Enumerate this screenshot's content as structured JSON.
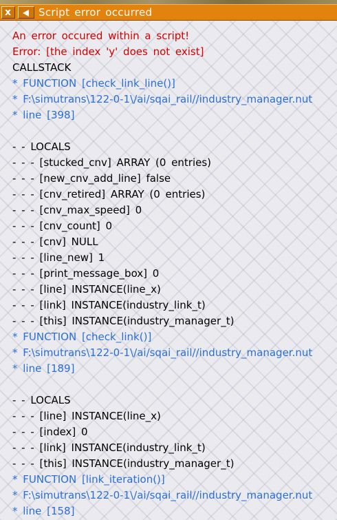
{
  "window": {
    "title": "Script error occurred",
    "close_glyph": "x",
    "close_icon": "close-icon",
    "collapse_icon": "collapse-arrow-icon"
  },
  "colors": {
    "titlebar": "#e2830d",
    "error": "#d40000",
    "normal": "#000000",
    "callstack": "#2a6fd6"
  },
  "lines": [
    {
      "text": "An error occured within a script!",
      "color": "red"
    },
    {
      "text": "Error: [the index 'y' does not exist]",
      "color": "red"
    },
    {
      "text": "CALLSTACK",
      "color": "black"
    },
    {
      "text": "* FUNCTION [check_link_line()]",
      "color": "blue"
    },
    {
      "text": "* F:\\simutrans\\122-0-1\\/ai/sqai_rail//industry_manager.nut",
      "color": "blue"
    },
    {
      "text": "* line [398]",
      "color": "blue"
    },
    {
      "text": "",
      "color": "black"
    },
    {
      "text": "- - LOCALS",
      "color": "black"
    },
    {
      "text": "- - - [stucked_cnv] ARRAY (0 entries)",
      "color": "black"
    },
    {
      "text": "- - - [new_cnv_add_line] false",
      "color": "black"
    },
    {
      "text": "- - - [cnv_retired] ARRAY (0 entries)",
      "color": "black"
    },
    {
      "text": "- - - [cnv_max_speed] 0",
      "color": "black"
    },
    {
      "text": "- - - [cnv_count] 0",
      "color": "black"
    },
    {
      "text": "- - - [cnv] NULL",
      "color": "black"
    },
    {
      "text": "- - - [line_new] 1",
      "color": "black"
    },
    {
      "text": "- - - [print_message_box] 0",
      "color": "black"
    },
    {
      "text": "- - - [line] INSTANCE(line_x)",
      "color": "black"
    },
    {
      "text": "- - - [link] INSTANCE(industry_link_t)",
      "color": "black"
    },
    {
      "text": "- - - [this] INSTANCE(industry_manager_t)",
      "color": "black"
    },
    {
      "text": "* FUNCTION [check_link()]",
      "color": "blue"
    },
    {
      "text": "* F:\\simutrans\\122-0-1\\/ai/sqai_rail//industry_manager.nut",
      "color": "blue"
    },
    {
      "text": "* line [189]",
      "color": "blue"
    },
    {
      "text": "",
      "color": "black"
    },
    {
      "text": "- - LOCALS",
      "color": "black"
    },
    {
      "text": "- - - [line] INSTANCE(line_x)",
      "color": "black"
    },
    {
      "text": "- - - [index] 0",
      "color": "black"
    },
    {
      "text": "- - - [link] INSTANCE(industry_link_t)",
      "color": "black"
    },
    {
      "text": "- - - [this] INSTANCE(industry_manager_t)",
      "color": "black"
    },
    {
      "text": "* FUNCTION [link_iteration()]",
      "color": "blue"
    },
    {
      "text": "* F:\\simutrans\\122-0-1\\/ai/sqai_rail//industry_manager.nut",
      "color": "blue"
    },
    {
      "text": "* line [158]",
      "color": "blue"
    }
  ]
}
